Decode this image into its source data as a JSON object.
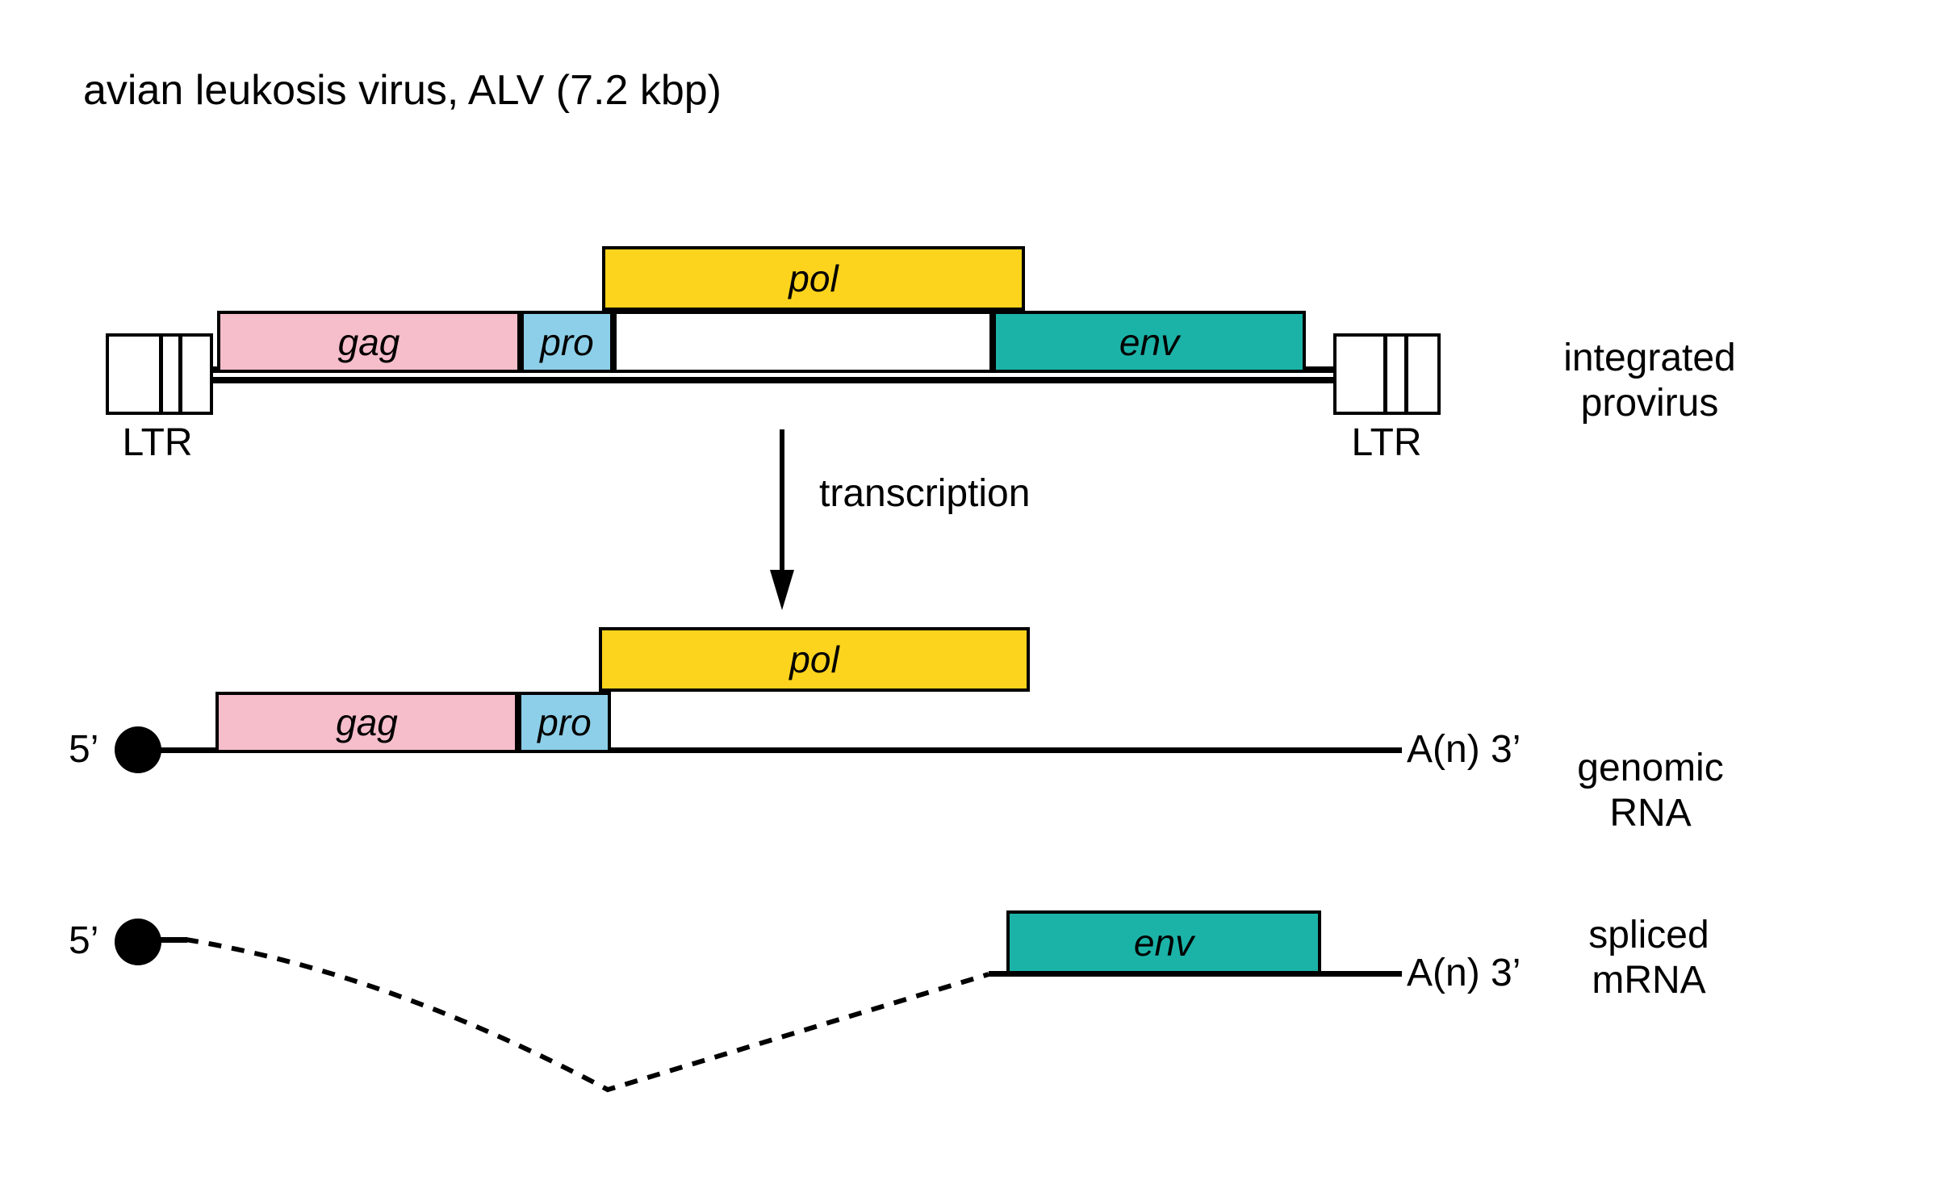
{
  "title": "avian leukosis virus, ALV (7.2 kbp)",
  "colors": {
    "gag": "#F6BDCB",
    "pro": "#8DCFE8",
    "pol": "#FCD41D",
    "env": "#1BB3A7",
    "dna_line": "#000000"
  },
  "gene_labels": {
    "gag": "gag",
    "pro": "pro",
    "pol": "pol",
    "env": "env"
  },
  "provirus": {
    "ltr_left": "LTR",
    "ltr_right": "LTR",
    "caption": [
      "integrated",
      "provirus"
    ]
  },
  "transcription_label": "transcription",
  "genomic_rna": {
    "five_prime": "5’",
    "poly_a": "A(n) 3’",
    "caption": [
      "genomic",
      "RNA"
    ]
  },
  "spliced_mrna": {
    "five_prime": "5’",
    "poly_a": "A(n) 3’",
    "caption": [
      "spliced",
      "mRNA"
    ]
  }
}
